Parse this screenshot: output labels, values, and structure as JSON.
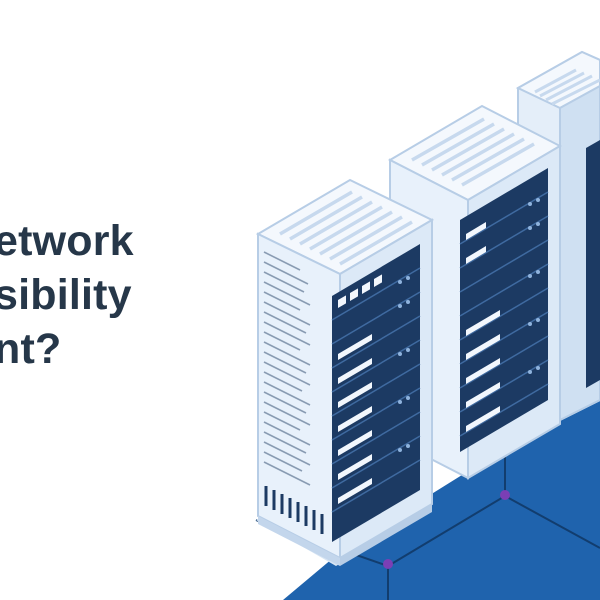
{
  "headline": {
    "line1": "etwork",
    "line2": "sibility",
    "line3": "nt?"
  },
  "colors": {
    "headline_text": "#263749",
    "floor_blue": "#1f63ad",
    "rack_outline": "#b7cde6",
    "rack_face": "#e8f1fb",
    "server_dark": "#1c3a63",
    "server_light": "#f2f7fd",
    "node_dot": "#7b3fb5"
  },
  "icons": [
    "server-rack-icon",
    "server-rack-icon",
    "server-rack-icon"
  ]
}
